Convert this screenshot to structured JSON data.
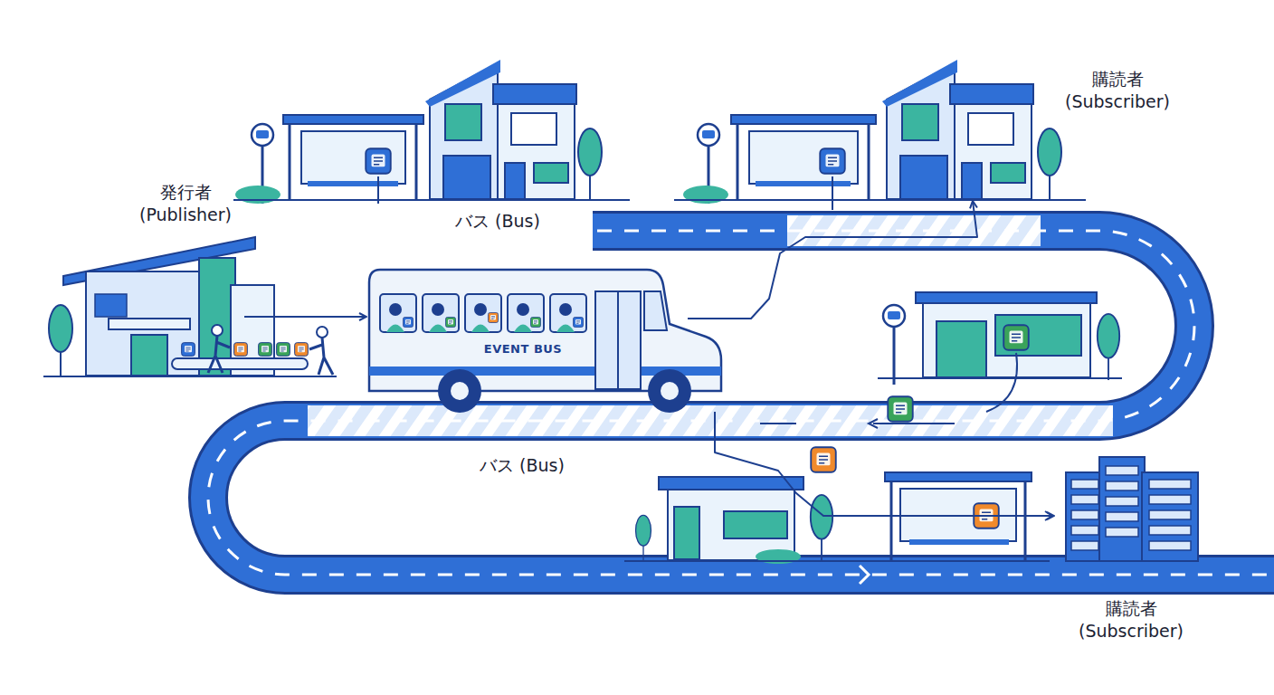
{
  "diagram": {
    "nodes": [
      {
        "text": [
          "発行者 (Publisher)"
        ]
      },
      {
        "text": [
          "EVENT BUS"
        ]
      },
      {
        "text": [
          "購読者 (Subscriber)"
        ]
      },
      {
        "text": [
          "購読者 (Subscriber)"
        ]
      }
    ],
    "edges": [
      {
        "from": 0,
        "to": 1,
        "arrow": "to"
      },
      {
        "from": 1,
        "to": 2,
        "arrow": "to"
      },
      {
        "from": 1,
        "to": 3,
        "arrow": "to"
      }
    ],
    "labels": [
      "バス (Bus)",
      "バス (Bus)"
    ]
  }
}
